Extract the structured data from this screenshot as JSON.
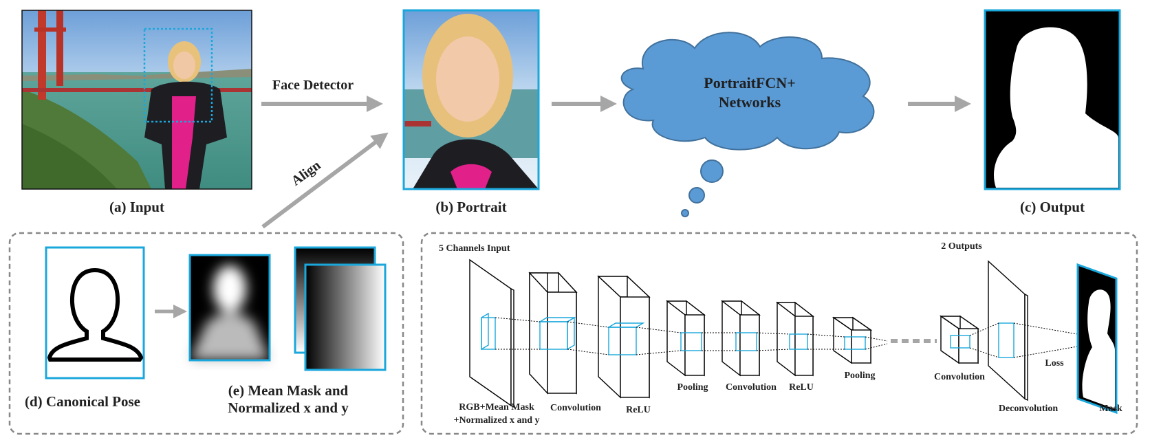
{
  "labels": {
    "face_detector": "Face Detector",
    "align": "Align",
    "input": "(a) Input",
    "portrait": "(b) Portrait",
    "output": "(c) Output",
    "canonical_pose": "(d) Canonical Pose",
    "mean_mask_line1": "(e) Mean Mask and",
    "mean_mask_line2": "Normalized x  and y",
    "cloud_line1": "PortraitFCN+",
    "cloud_line2": "Networks"
  },
  "network": {
    "input_title": "5 Channels Input",
    "outputs_title": "2 Outputs",
    "input_caption_line1": "RGB+Mean Mask",
    "input_caption_line2": "+Normalized x and y",
    "layers": [
      "Convolution",
      "ReLU",
      "Pooling",
      "Convolution",
      "ReLU",
      "Pooling",
      "Convolution"
    ],
    "deconvolution": "Deconvolution",
    "loss": "Loss",
    "mask": "Mask"
  },
  "colors": {
    "accent_blue": "#1aa7dc",
    "arrow_gray": "#a6a6a6",
    "cloud_fill": "#5b9bd5",
    "dashed_border": "#888888"
  },
  "icons": [
    "person-silhouette-icon",
    "arrow-icon",
    "cloud-icon"
  ]
}
